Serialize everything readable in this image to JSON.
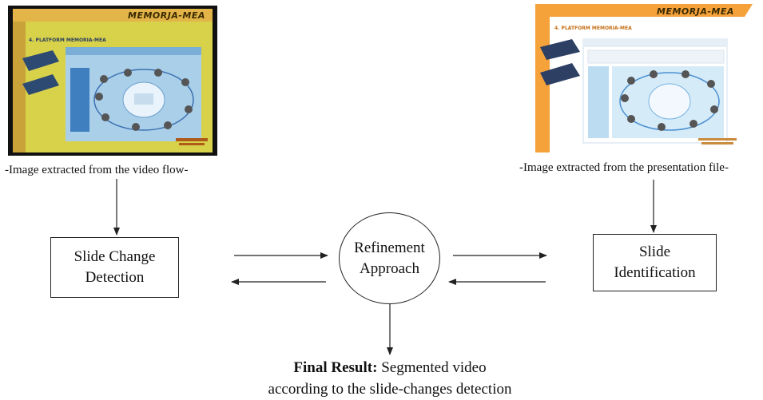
{
  "left_image": {
    "brand": "MEMORJA-MEA",
    "slide_title": "4. PLATFORM MEMORIA-MEA",
    "caption": "-Image extracted from the video flow-"
  },
  "right_image": {
    "brand": "MEMORJA-MEA",
    "slide_title": "4. PLATFORM MEMORIA-MEA",
    "caption": "-Image extracted from the presentation file-"
  },
  "slide_change_box": {
    "line1": "Slide Change",
    "line2": "Detection"
  },
  "refinement_node": {
    "line1": "Refinement",
    "line2": "Approach"
  },
  "slide_id_box": {
    "line1": "Slide",
    "line2": "Identification"
  },
  "final_result": {
    "label": "Final Result:",
    "line1": " Segmented video",
    "line2": "according to the slide-changes detection"
  },
  "colors": {
    "video_frame_border": "#111111",
    "video_bg": "#d8d24a",
    "pres_accent": "#f6a23a",
    "diagram_blue": "#8fc0e6",
    "stroke": "#222222"
  }
}
